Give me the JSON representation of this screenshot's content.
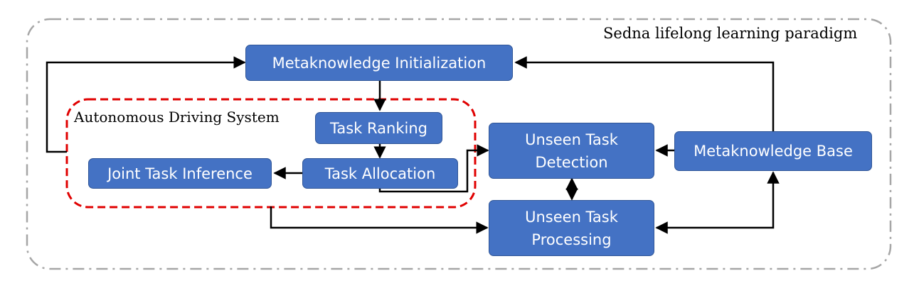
{
  "diagram": {
    "outer_label": "Sedna lifelong learning paradigm",
    "inner_label": "Autonomous Driving System",
    "nodes": {
      "metaknowledge_init": "Metaknowledge Initialization",
      "task_ranking": "Task Ranking",
      "task_allocation": "Task Allocation",
      "joint_task_inference": "Joint Task Inference",
      "unseen_task_detection": "Unseen Task Detection",
      "unseen_task_processing": "Unseen Task Processing",
      "metaknowledge_base": "Metaknowledge Base"
    },
    "colors": {
      "node_fill": "#4472c4",
      "node_text": "#ffffff",
      "outer_border": "#a6a6a6",
      "inner_border": "#e00000",
      "arrow": "#000000"
    }
  }
}
